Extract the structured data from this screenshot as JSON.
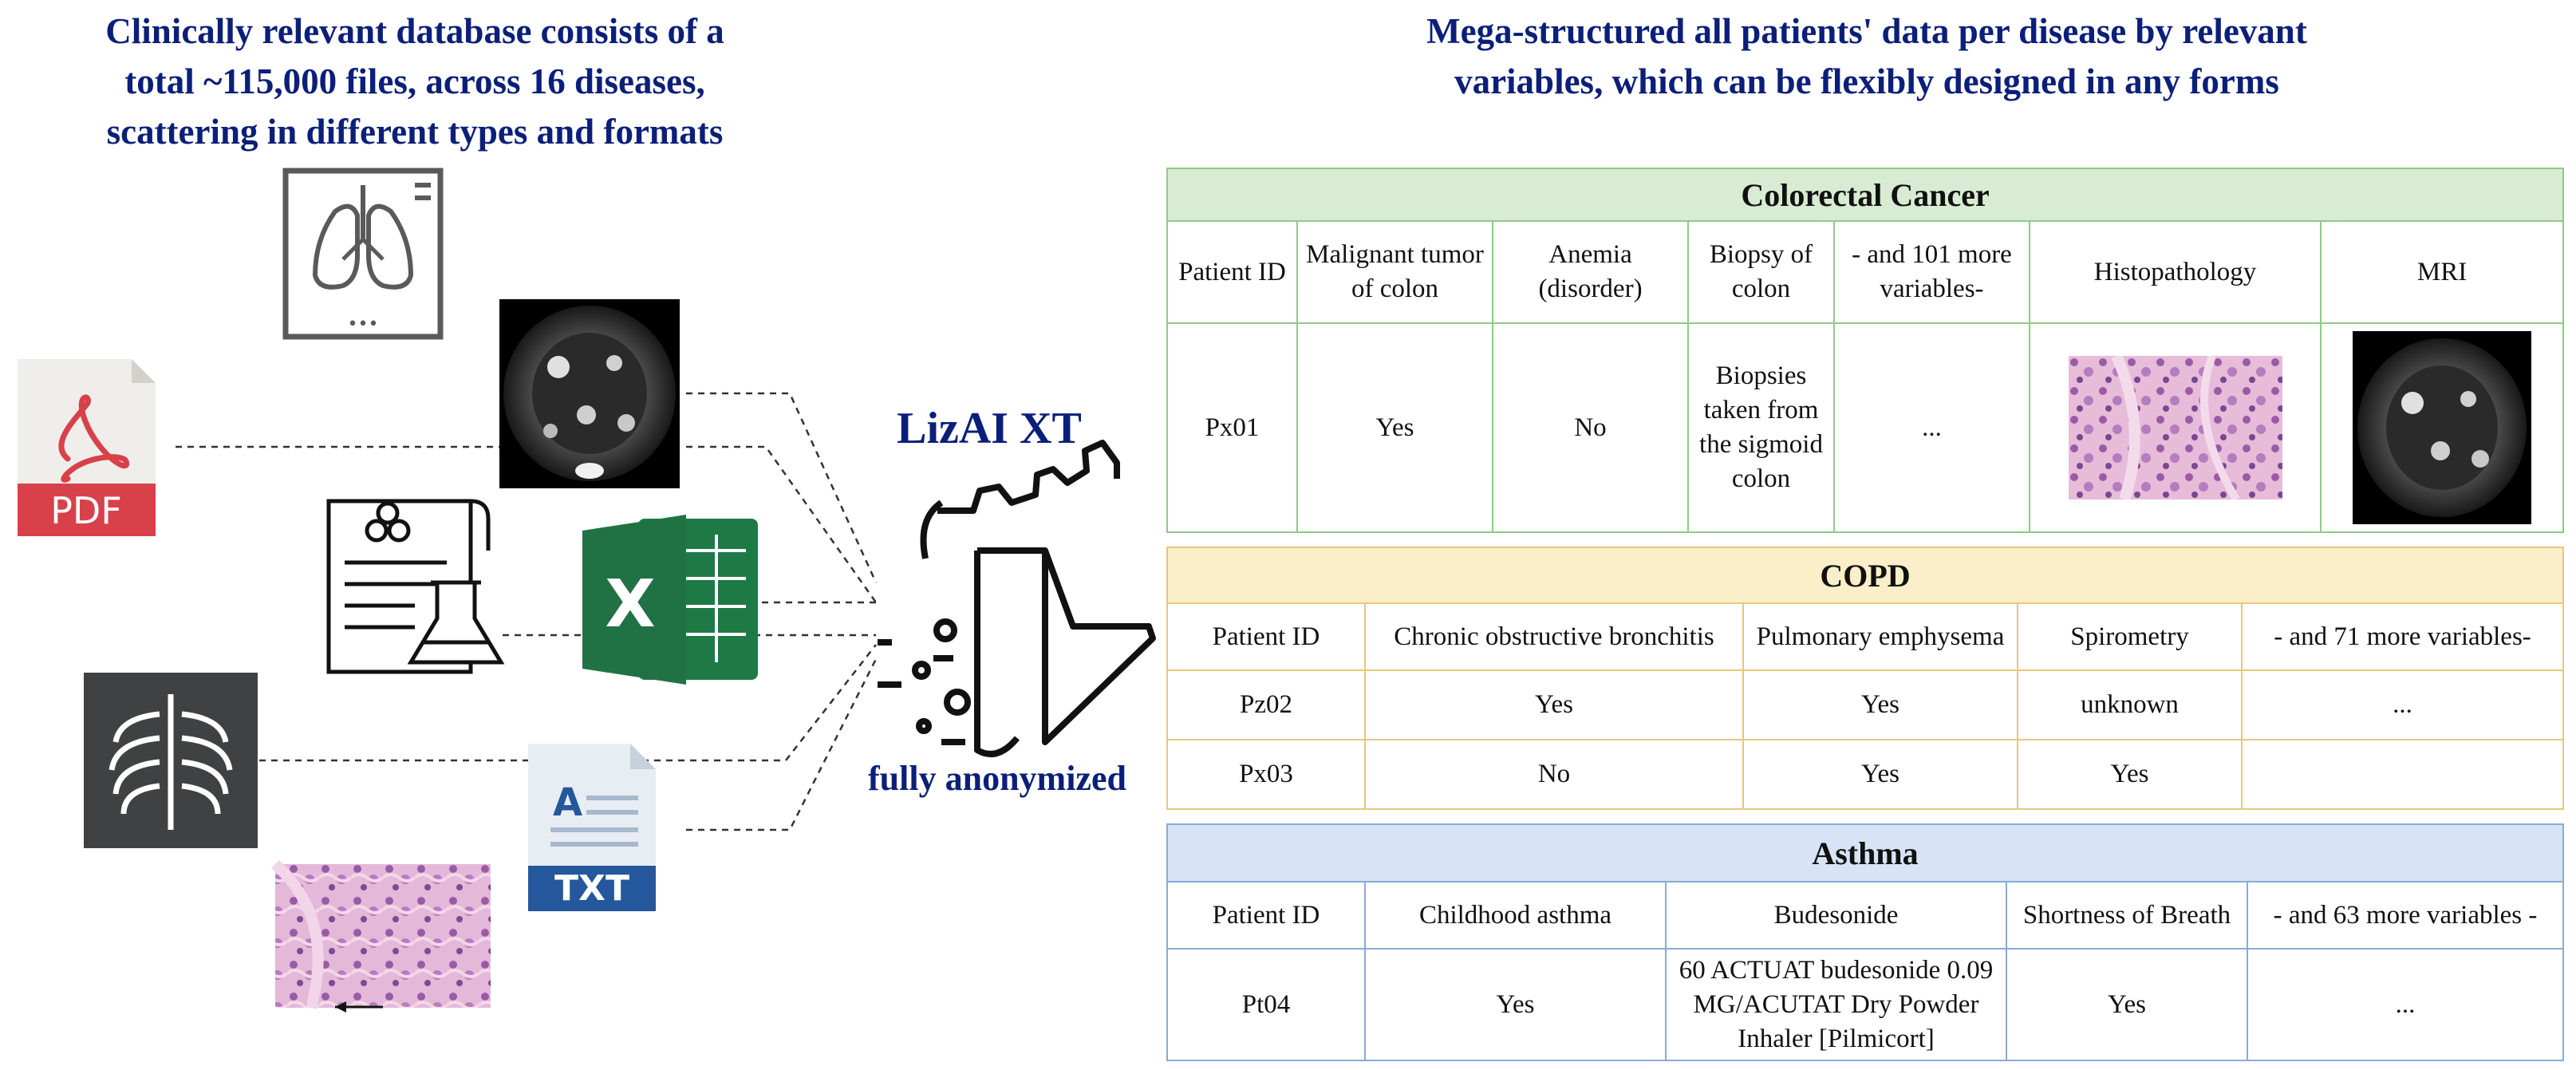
{
  "left_heading": [
    "Clinically relevant database consists of a",
    "total ~115,000 files, across 16 diseases,",
    "scattering in different types and formats"
  ],
  "right_heading": [
    "Mega-structured all patients' data per disease by relevant",
    "variables, which can be flexibly designed in any forms"
  ],
  "tool": {
    "name": "LizAI XT",
    "caption": "fully anonymized"
  },
  "file_icons": {
    "pdf_label": "PDF",
    "excel_label": "X",
    "txt_label": "TXT",
    "txt_letter": "A",
    "lung_dots": "•••"
  },
  "colorectal": {
    "title": "Colorectal Cancer",
    "headers": [
      "Patient ID",
      "Malignant tumor of colon",
      "Anemia (disorder)",
      "Biopsy of colon",
      "- and 101 more variables-",
      "Histopathology",
      "MRI"
    ],
    "row": [
      "Px01",
      "Yes",
      "No",
      "Biopsies taken from the sigmoid colon",
      "..."
    ]
  },
  "copd": {
    "title": "COPD",
    "headers": [
      "Patient ID",
      "Chronic obstructive bronchitis",
      "Pulmonary emphysema",
      "Spirometry",
      "- and 71 more variables-"
    ],
    "rows": [
      [
        "Pz02",
        "Yes",
        "Yes",
        "unknown",
        "..."
      ],
      [
        "Px03",
        "No",
        "Yes",
        "Yes",
        ""
      ]
    ]
  },
  "asthma": {
    "title": "Asthma",
    "headers": [
      "Patient ID",
      "Childhood asthma",
      "Budesonide",
      "Shortness of Breath",
      "- and 63 more variables -"
    ],
    "row": [
      "Pt04",
      "Yes",
      "60 ACTUAT budesonide 0.09 MG/ACUTAT Dry Powder Inhaler [Pilmicort]",
      "Yes",
      "..."
    ]
  },
  "colors": {
    "heading": "#0b1f7a",
    "crc_border": "#8fca87",
    "crc_fill": "#d8ecd3",
    "copd_border": "#e8c77a",
    "copd_fill": "#fbefc9",
    "asthma_border": "#8aaad8",
    "asthma_fill": "#d6e4f6",
    "pdf_red": "#d9414a",
    "excel_green": "#1d7a45",
    "txt_blue": "#24579b"
  }
}
